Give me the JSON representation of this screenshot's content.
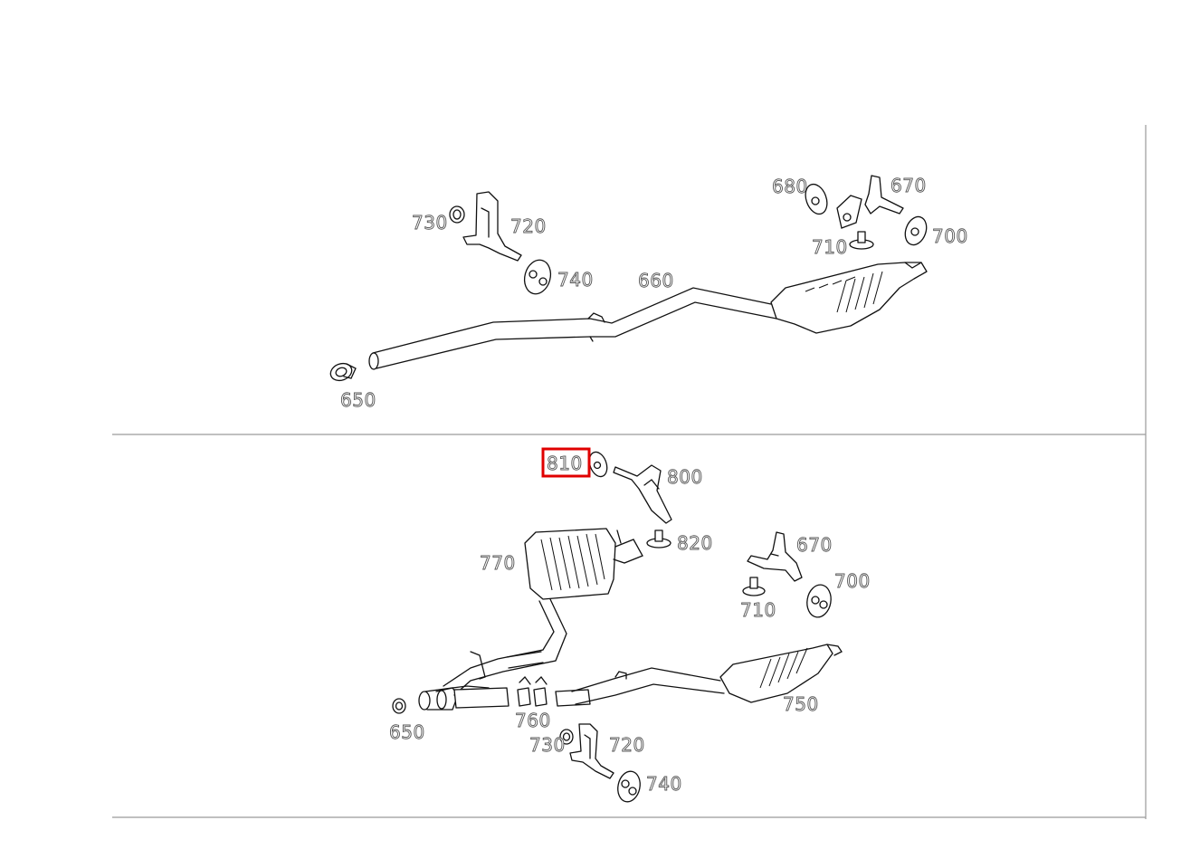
{
  "diagram": {
    "highlight_color": "#e00000",
    "top_section": {
      "labels": {
        "p650": "650",
        "p660": "660",
        "p670": "670",
        "p680": "680",
        "p700": "700",
        "p710": "710",
        "p720": "720",
        "p730": "730",
        "p740": "740"
      }
    },
    "bottom_section": {
      "labels": {
        "p650": "650",
        "p670": "670",
        "p700": "700",
        "p710": "710",
        "p720": "720",
        "p730": "730",
        "p740": "740",
        "p750": "750",
        "p760": "760",
        "p770": "770",
        "p800": "800",
        "p810": "810",
        "p820": "820"
      },
      "highlighted_part": "810"
    }
  }
}
